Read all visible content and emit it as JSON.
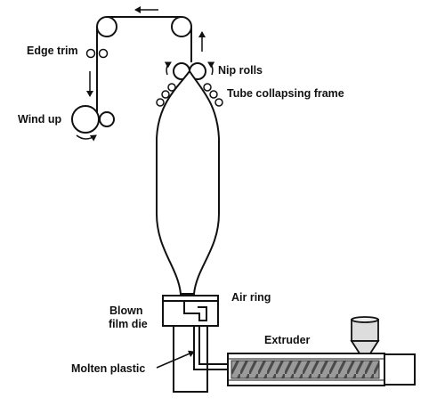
{
  "labels": {
    "edge_trim": "Edge trim",
    "wind_up": "Wind up",
    "nip_rolls": "Nip rolls",
    "tube_collapsing_frame": "Tube collapsing frame",
    "air_ring": "Air ring",
    "blown_film_die_line1": "Blown",
    "blown_film_die_line2": "film die",
    "extruder": "Extruder",
    "molten_plastic": "Molten plastic"
  },
  "colors": {
    "stroke": "#111111",
    "screw": "#7a7a7a",
    "hopper": "#dddddd",
    "background": "#ffffff"
  },
  "icons": {
    "direction_arrows": "arrow-icon",
    "rotation_arrows": "curved-arrow-icon"
  }
}
